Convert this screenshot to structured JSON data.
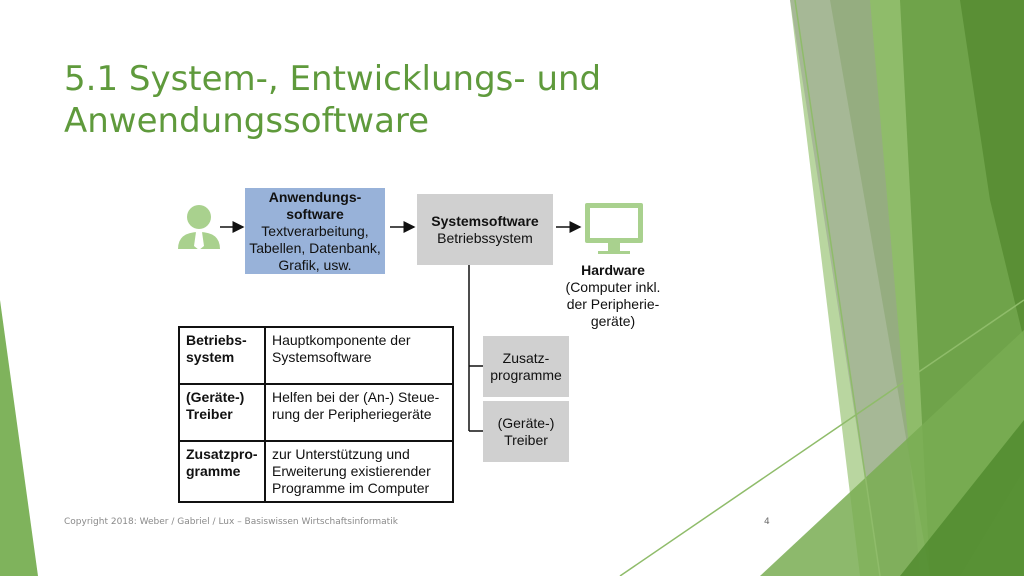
{
  "slide": {
    "title_line1": "5.1 System-, Entwicklungs- und",
    "title_line2": "Anwendungssoftware",
    "footer": "Copyright 2018: Weber / Gabriel / Lux – Basiswissen Wirtschaftsinformatik",
    "page_number": "4"
  },
  "diagram": {
    "user_icon": "person-icon",
    "monitor_icon": "monitor-icon",
    "app_box": {
      "title_line1": "Anwendungs-",
      "title_line2": "software",
      "line1": "Textverarbeitung,",
      "line2": "Tabellen, Datenbank,",
      "line3": "Grafik, usw."
    },
    "sys_box": {
      "title": "Systemsoftware",
      "line1": "Betriebssystem"
    },
    "hardware": {
      "title": "Hardware",
      "line1": "(Computer inkl.",
      "line2": "der Peripherie-",
      "line3": "geräte)"
    },
    "zusatz_box": {
      "line1": "Zusatz-",
      "line2": "programme"
    },
    "treiber_box": {
      "line1": "(Geräte-)",
      "line2": "Treiber"
    }
  },
  "table": {
    "rows": [
      {
        "term_line1": "Betriebs-",
        "term_line2": "system",
        "def_line1": "Hauptkomponente der",
        "def_line2": "Systemsoftware",
        "def_line3": ""
      },
      {
        "term_line1": "(Geräte-)",
        "term_line2": "Treiber",
        "def_line1": "Helfen bei der (An-) Steue-",
        "def_line2": "rung der Peripheriegeräte",
        "def_line3": ""
      },
      {
        "term_line1": "Zusatzpro-",
        "term_line2": "gramme",
        "def_line1": "zur Unterstützung und",
        "def_line2": "Erweiterung existierender",
        "def_line3": "Programme im Computer"
      }
    ]
  },
  "colors": {
    "title_green": "#5f9a3c",
    "app_box_blue": "#98b2d9",
    "sys_box_gray": "#d0d0d0",
    "icon_green": "#a9d18e"
  }
}
